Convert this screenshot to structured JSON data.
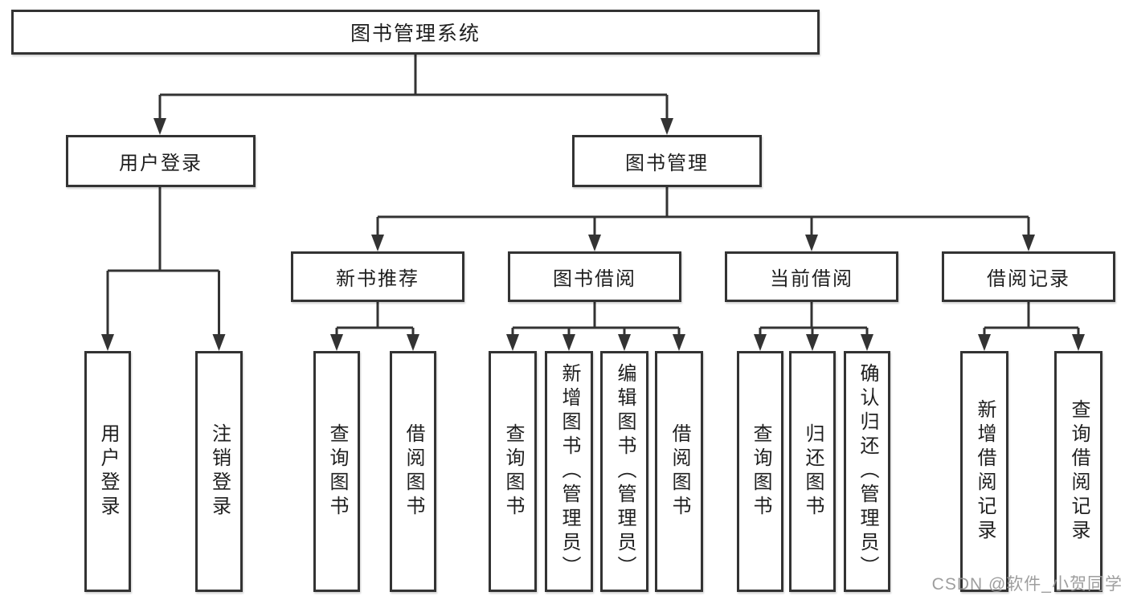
{
  "tree": {
    "root": "图书管理系统",
    "branches": [
      {
        "label": "用户登录",
        "children": [
          "用户登录",
          "注销登录"
        ]
      },
      {
        "label": "图书管理",
        "sections": [
          {
            "label": "新书推荐",
            "children": [
              "查询图书",
              "借阅图书"
            ]
          },
          {
            "label": "图书借阅",
            "children": [
              "查询图书",
              "新增图书（管理员）",
              "编辑图书（管理员）",
              "借阅图书"
            ]
          },
          {
            "label": "当前借阅",
            "children": [
              "查询图书",
              "归还图书",
              "确认归还（管理员）"
            ]
          },
          {
            "label": "借阅记录",
            "children": [
              "新增借阅记录",
              "查询借阅记录"
            ]
          }
        ]
      }
    ]
  },
  "watermark": "CSDN @软件_小贺同学",
  "colors": {
    "line": "#333333",
    "border": "#333333",
    "text": "#1f1f1f",
    "background": "#ffffff",
    "watermark": "#949494"
  }
}
